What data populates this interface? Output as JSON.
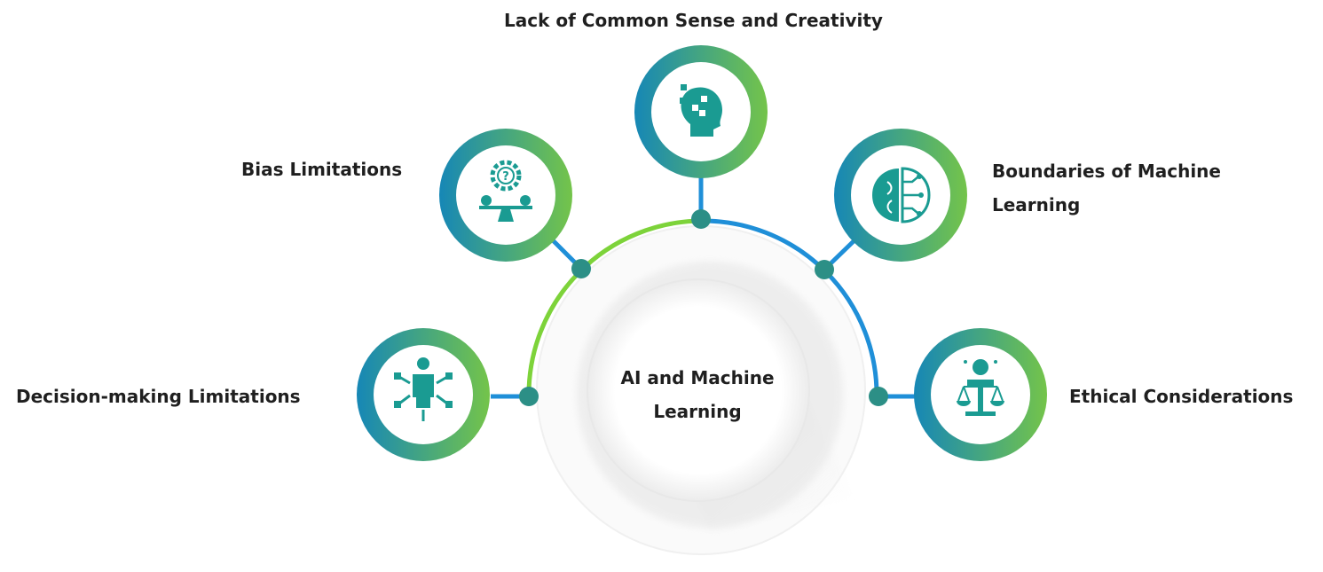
{
  "center": {
    "title_line1": "AI and Machine",
    "title_line2": "Learning"
  },
  "nodes": [
    {
      "id": "decision-making",
      "label": "Decision-making Limitations",
      "icon": "decision-person-arrows-icon"
    },
    {
      "id": "bias",
      "label": "Bias Limitations",
      "icon": "gear-question-scale-icon"
    },
    {
      "id": "common-sense",
      "label": "Lack of Common Sense and Creativity",
      "icon": "head-puzzle-icon"
    },
    {
      "id": "ml-boundaries",
      "label_line1": "Boundaries of Machine",
      "label_line2": "Learning",
      "icon": "brain-circuit-icon"
    },
    {
      "id": "ethics",
      "label": "Ethical Considerations",
      "icon": "person-justice-scale-icon"
    }
  ],
  "colors": {
    "teal": "#1a8fb0",
    "green": "#6cc24a",
    "blue_arc": "#1f8fd8",
    "green_arc": "#7dd33a",
    "dot": "#2c8f86",
    "icon": "#1a9b92"
  }
}
